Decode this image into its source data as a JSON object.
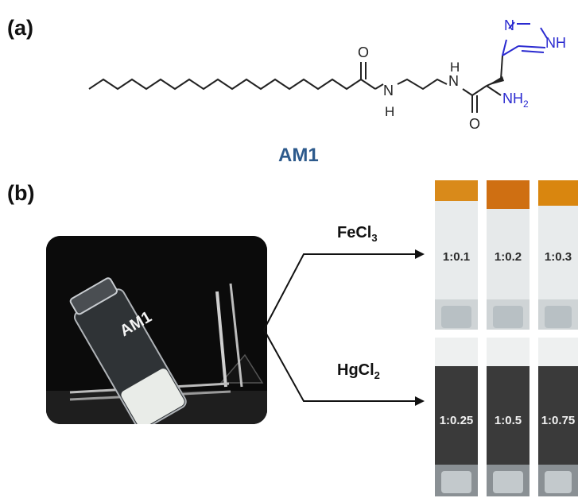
{
  "panels": {
    "a": "(a)",
    "b": "(b)"
  },
  "structure": {
    "carbonyl_o": "O",
    "amide_n": "N",
    "amide_h": "H",
    "imidazole_n_top": "N",
    "imidazole_nh": "NH",
    "amine": "NH",
    "amine_sub": "2"
  },
  "compound_label": "AM1",
  "photo_label": "AM1",
  "reagents": [
    {
      "text": "FeCl",
      "sub": "3"
    },
    {
      "text": "HgCl",
      "sub": "2"
    }
  ],
  "vials_fe": [
    "1:0.1",
    "1:0.2",
    "1:0.3"
  ],
  "vials_hg": [
    "1:0.25",
    "1:0.5",
    "1:0.75"
  ],
  "colors": {
    "imidazole_blue": "#2a2ad0",
    "compound_label": "#2d5a8c",
    "gel_white": "#eef0f0",
    "fe_orange": "#d98a1a",
    "hg_dark": "#3a3a3a"
  }
}
